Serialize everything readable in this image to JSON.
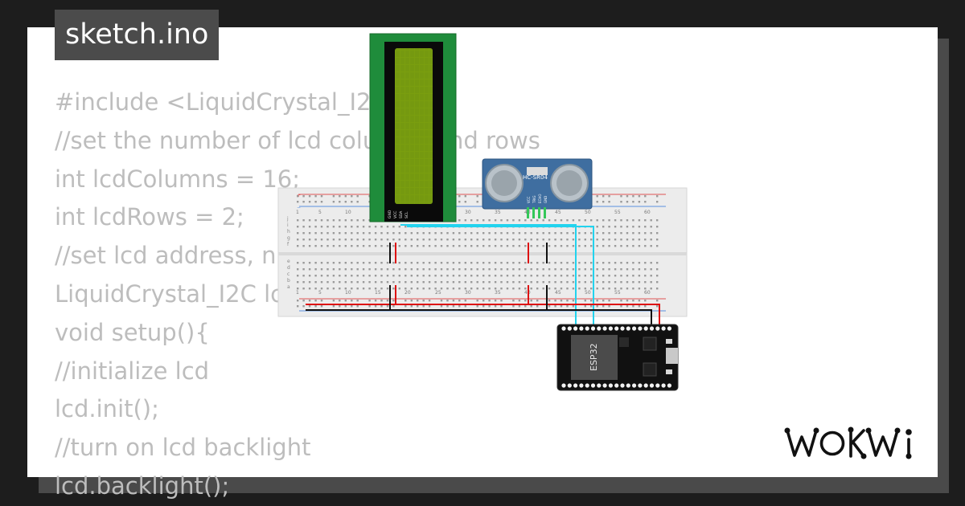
{
  "file": {
    "name": "sketch.ino"
  },
  "code_lines": [
    "#include <LiquidCrystal_I2C.h>",
    "//set the number of lcd columns and rows",
    "int lcdColumns = 16;",
    "int lcdRows = 2;",
    "//set lcd address, number of columns and rows",
    "LiquidCrystal_I2C lcd(0x27, lcdColumns, lcdRows);",
    "void setup(){",
    "//initialize lcd",
    "lcd.init();",
    "//turn on lcd backlight",
    "lcd.backlight();"
  ],
  "diagram": {
    "lcd_pins": [
      "GND",
      "VCC",
      "SDA",
      "SCL"
    ],
    "sensor": {
      "label": "HC-SR04",
      "pins": [
        "VCC",
        "TRIG",
        "ECHO",
        "GND"
      ]
    },
    "breadboard": {
      "numbers": [
        "1",
        "5",
        "10",
        "15",
        "20",
        "25",
        "30",
        "35",
        "40",
        "45",
        "50",
        "55",
        "60"
      ],
      "rows_top": [
        "j",
        "i",
        "h",
        "g",
        "f"
      ],
      "rows_bottom": [
        "e",
        "d",
        "c",
        "b",
        "a"
      ]
    },
    "board": {
      "label": "ESP32"
    },
    "colors": {
      "wire_i2c": "#22d3ee",
      "wire_power": "#d11",
      "wire_ground": "#111",
      "sensor_pins": "#34c759"
    }
  },
  "brand": {
    "logo_text": "WOKWi"
  }
}
